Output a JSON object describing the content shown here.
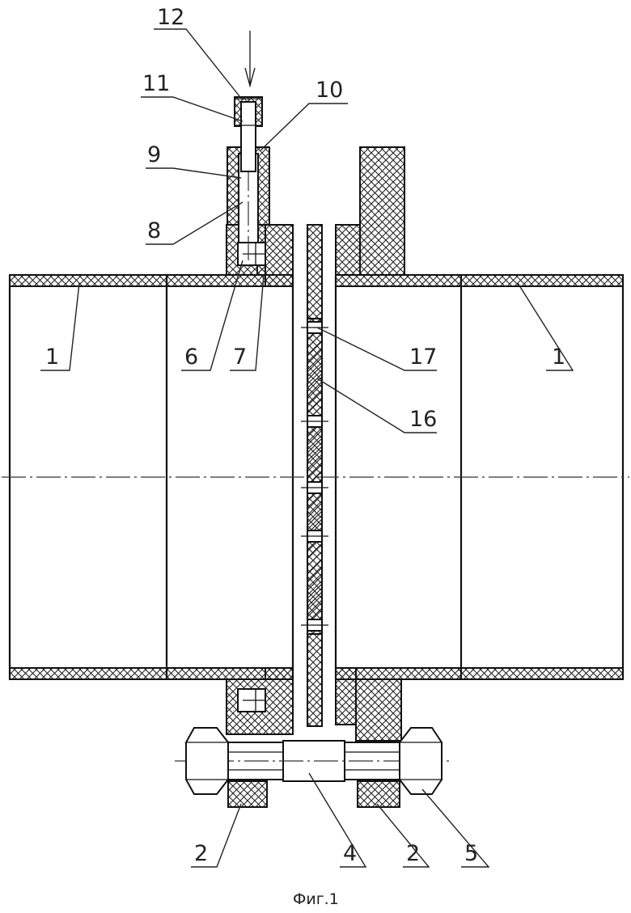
{
  "caption": "Фиг.1",
  "labels": {
    "l1_left": "1",
    "l1_right": "1",
    "l2_left": "2",
    "l2_right": "2",
    "l4": "4",
    "l5": "5",
    "l6": "6",
    "l7": "7",
    "l8": "8",
    "l9": "9",
    "l10": "10",
    "l11": "11",
    "l12": "12",
    "l16": "16",
    "l17": "17"
  }
}
